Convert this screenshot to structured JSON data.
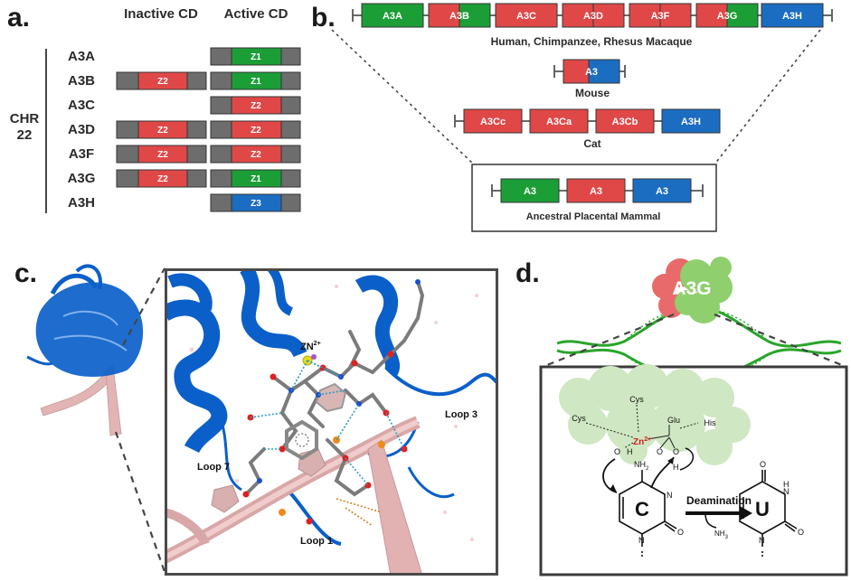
{
  "colors": {
    "z1": "#1c9e37",
    "z2": "#e04848",
    "z3": "#1b6dc1",
    "gray": "#6d6d6d",
    "pink": "#e9b8b8",
    "helix": "#0b5fc9",
    "dna": "#2aa52a",
    "cloud_red": "#e86a6a",
    "cloud_green": "#8fcf6e"
  },
  "panel_a": {
    "label": "a.",
    "header_inactive": "Inactive CD",
    "header_active": "Active CD",
    "chr_label_1": "CHR",
    "chr_label_2": "22",
    "rows": [
      {
        "gene": "A3A",
        "inactive": "",
        "active": "Z1",
        "active_type": "z1"
      },
      {
        "gene": "A3B",
        "inactive": "Z2",
        "active": "Z1",
        "active_type": "z1"
      },
      {
        "gene": "A3C",
        "inactive": "",
        "active": "Z2",
        "active_type": "z2"
      },
      {
        "gene": "A3D",
        "inactive": "Z2",
        "active": "Z2",
        "active_type": "z2"
      },
      {
        "gene": "A3F",
        "inactive": "Z2",
        "active": "Z2",
        "active_type": "z2"
      },
      {
        "gene": "A3G",
        "inactive": "Z2",
        "active": "Z1",
        "active_type": "z1"
      },
      {
        "gene": "A3H",
        "inactive": "",
        "active": "Z3",
        "active_type": "z3"
      }
    ]
  },
  "panel_b": {
    "label": "b.",
    "primate": {
      "caption": "Human, Chimpanzee, Rhesus Macaque",
      "genes": [
        "A3A",
        "A3B",
        "A3C",
        "A3D",
        "A3F",
        "A3G",
        "A3H"
      ]
    },
    "mouse": {
      "caption": "Mouse",
      "gene": "A3"
    },
    "cat": {
      "caption": "Cat",
      "genes": [
        "A3Cc",
        "A3Ca",
        "A3Cb",
        "A3H"
      ]
    },
    "ancestral": {
      "caption": "Ancestral Placental Mammal",
      "genes": [
        "A3",
        "A3",
        "A3"
      ]
    }
  },
  "panel_c": {
    "label": "c.",
    "zinc": "ZN",
    "zinc_charge": "2+",
    "loop3": "Loop 3",
    "loop7": "Loop 7",
    "loop1": "Loop 1"
  },
  "panel_d": {
    "label": "d.",
    "enzyme": "A3G",
    "cys_top": "Cys",
    "cys_left": "Cys",
    "glu": "Glu",
    "his": "His",
    "zn": "Zn",
    "zn_charge": "2+",
    "o_left": "O",
    "h_left": "H",
    "h_right": "H",
    "o_glu_1": "O",
    "o_glu_2": "O",
    "nh2": "NH",
    "nh2_sub": "2",
    "cytosine": "C",
    "uracil": "U",
    "reaction": "Deamination",
    "nh3": "NH",
    "nh3_sub": "3",
    "n_c1": "N",
    "n_c3": "N",
    "o_c": "O",
    "n_u1": "N",
    "n_u3": "N",
    "h_u3": "H",
    "o_u2": "O",
    "o_u4": "O"
  }
}
